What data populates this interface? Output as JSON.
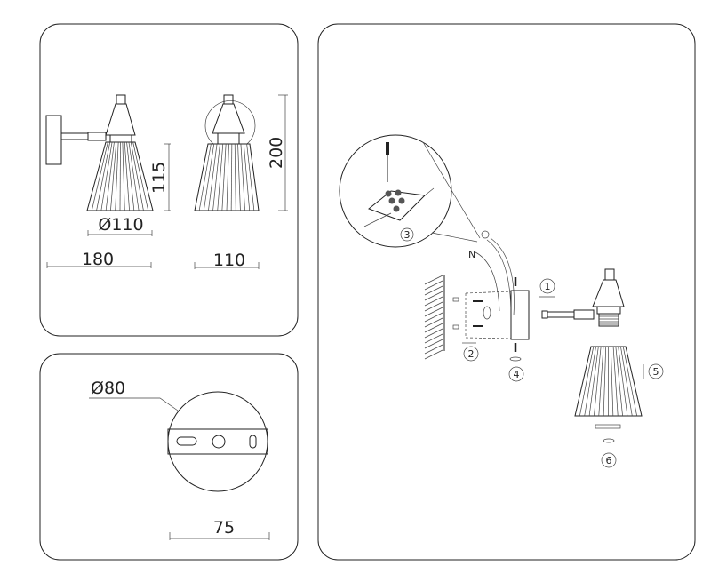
{
  "front_side_views": {
    "shade_height": "115",
    "shade_diameter": "Ø110",
    "total_depth": "180",
    "front_width": "110",
    "total_height": "200"
  },
  "mounting_plate": {
    "diameter": "Ø80",
    "hole_spacing": "75"
  },
  "assembly": {
    "steps": [
      "1",
      "2",
      "3",
      "4",
      "5",
      "6"
    ],
    "neutral_label": "N"
  }
}
